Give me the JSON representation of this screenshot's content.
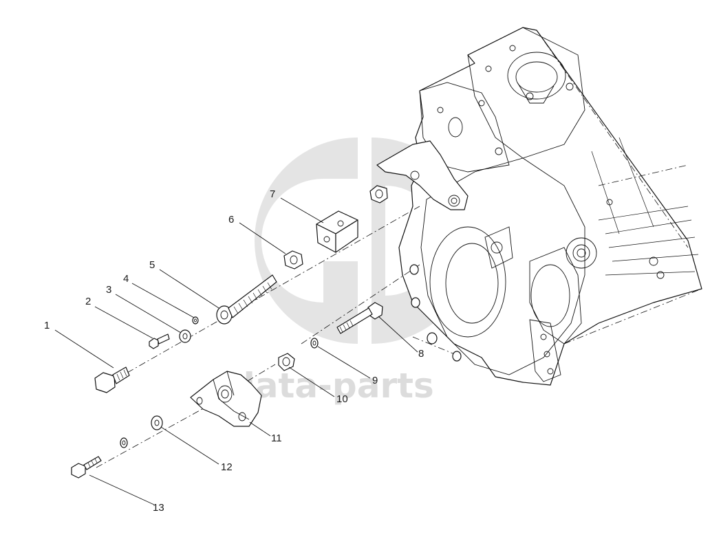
{
  "watermark": {
    "text": "data-parts",
    "color": "#d9d9d9"
  },
  "callouts": [
    {
      "id": 1,
      "label": "1"
    },
    {
      "id": 2,
      "label": "2"
    },
    {
      "id": 3,
      "label": "3"
    },
    {
      "id": 4,
      "label": "4"
    },
    {
      "id": 5,
      "label": "5"
    },
    {
      "id": 6,
      "label": "6"
    },
    {
      "id": 7,
      "label": "7"
    },
    {
      "id": 8,
      "label": "8"
    },
    {
      "id": 9,
      "label": "9"
    },
    {
      "id": 10,
      "label": "10"
    },
    {
      "id": 11,
      "label": "11"
    },
    {
      "id": 12,
      "label": "12"
    },
    {
      "id": 13,
      "label": "13"
    }
  ]
}
